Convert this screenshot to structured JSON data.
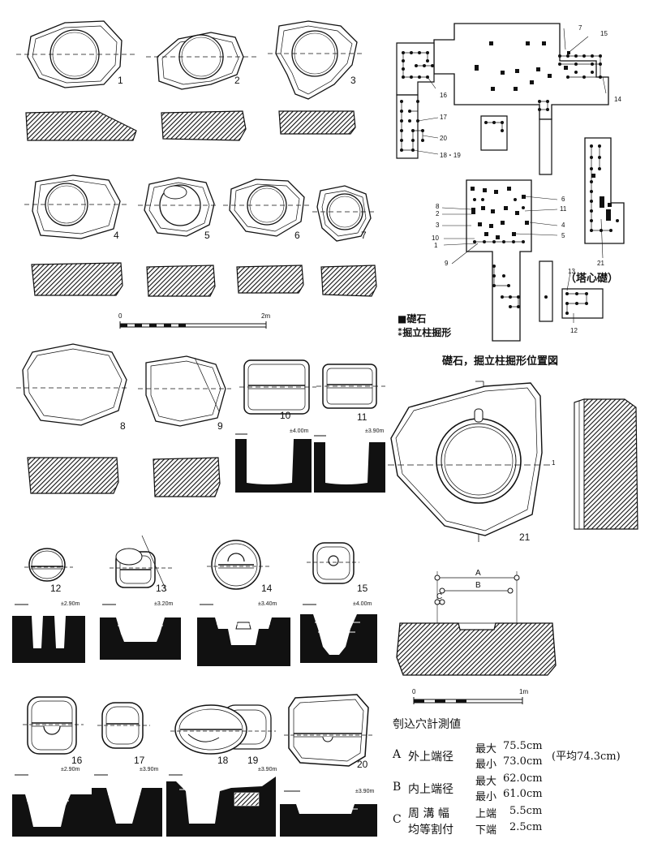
{
  "stone_numbers": [
    "1",
    "2",
    "3",
    "4",
    "5",
    "6",
    "7",
    "8",
    "9",
    "10",
    "11",
    "12",
    "13",
    "14",
    "15",
    "16",
    "17",
    "18",
    "19",
    "20",
    "21"
  ],
  "elevations": {
    "e10": "4.00m",
    "e11": "3.90m",
    "e12": "2.90m",
    "e13": "3.20m",
    "e14": "3.40m",
    "e15": "4.00m",
    "e16": "2.90m",
    "e17": "3.90m",
    "e19": "3.90m",
    "e20": "3.90m"
  },
  "scale_bar_1": {
    "start": "0",
    "end": "2m"
  },
  "scale_bar_2": {
    "start": "0",
    "end": "1m"
  },
  "plan": {
    "labels_top": [
      "7",
      "15",
      "16",
      "17",
      "20",
      "18・19",
      "14"
    ],
    "labels_mid_left": [
      "8",
      "2",
      "3",
      "10",
      "1",
      "9"
    ],
    "labels_mid_right": [
      "6",
      "11",
      "4",
      "5"
    ],
    "labels_bottom": [
      "13",
      "12",
      "21"
    ],
    "central_stone_label": "（塔心礎）",
    "legend_foundation": "礎石",
    "legend_posthole": "掘立柱掘形",
    "caption": "礎石，掘立柱掘形位置図"
  },
  "section_side_label": "1",
  "measure_labels": {
    "A": "A",
    "B": "B",
    "C": "C"
  },
  "measurements": {
    "title": "刳込穴計測値",
    "rows": [
      {
        "key": "A",
        "name": "外上端径",
        "max_label": "最大",
        "max_value": "75.5cm",
        "min_label": "最小",
        "min_value": "73.0cm",
        "note": "(平均74.3cm)"
      },
      {
        "key": "B",
        "name": "内上端径",
        "max_label": "最大",
        "max_value": "62.0cm",
        "min_label": "最小",
        "min_value": "61.0cm"
      },
      {
        "key": "C",
        "name1": "周 溝 幅",
        "name2": "均等割付",
        "top_label": "上端",
        "top_value": "5.5cm",
        "bottom_label": "下端",
        "bottom_value": "2.5cm"
      }
    ]
  }
}
